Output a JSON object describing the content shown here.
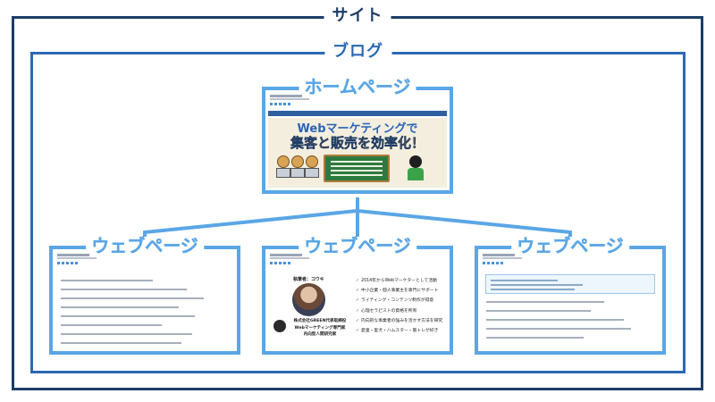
{
  "diagram": {
    "site_label": "サイト",
    "blog_label": "ブログ",
    "homepage_label": "ホームページ",
    "webpage_labels": [
      "ウェブページ",
      "ウェブページ",
      "ウェブページ"
    ]
  },
  "colors": {
    "site": "#1c3d66",
    "blog": "#2c68b4",
    "page": "#5aa6e6"
  },
  "homepage": {
    "hero_line1": "Webマーケティングで",
    "hero_line2": "集客と販売を効率化！"
  },
  "profile_page": {
    "name": "執筆者：コウキ",
    "org_lines": [
      "株式会社GREEN代表取締役",
      "Webマーケティング専門家",
      "内向型人間研究家"
    ],
    "checks": [
      "2014年からWebマーケターとして活動",
      "中小企業・個人事業主を専門にサポート",
      "ライティング・コンテンツ制作が得意",
      "心理セラピストの資格を所有",
      "内向的な事業者の強みを活かす方法を研究",
      "愛妻・愛犬・ハムスター・筋トレが好き"
    ],
    "check_icon": "check-mark-icon"
  }
}
